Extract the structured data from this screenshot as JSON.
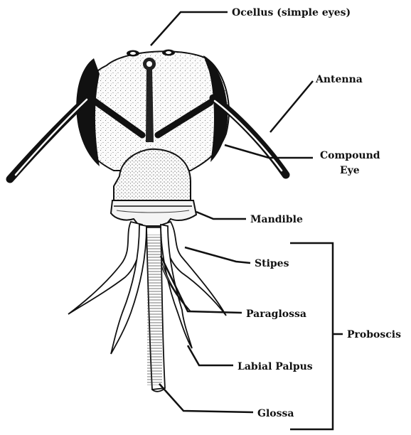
{
  "diagram": {
    "labels": {
      "ocellus": "Ocellus (simple eyes)",
      "antenna": "Antenna",
      "compound_eye_line1": "Compound",
      "compound_eye_line2": "Eye",
      "mandible": "Mandible",
      "stipes": "Stipes",
      "paraglossa": "Paraglossa",
      "labial_palpus": "Labial Palpus",
      "glossa": "Glossa",
      "proboscis": "Proboscis"
    },
    "colors": {
      "ink": "#111111",
      "background": "#ffffff"
    }
  }
}
